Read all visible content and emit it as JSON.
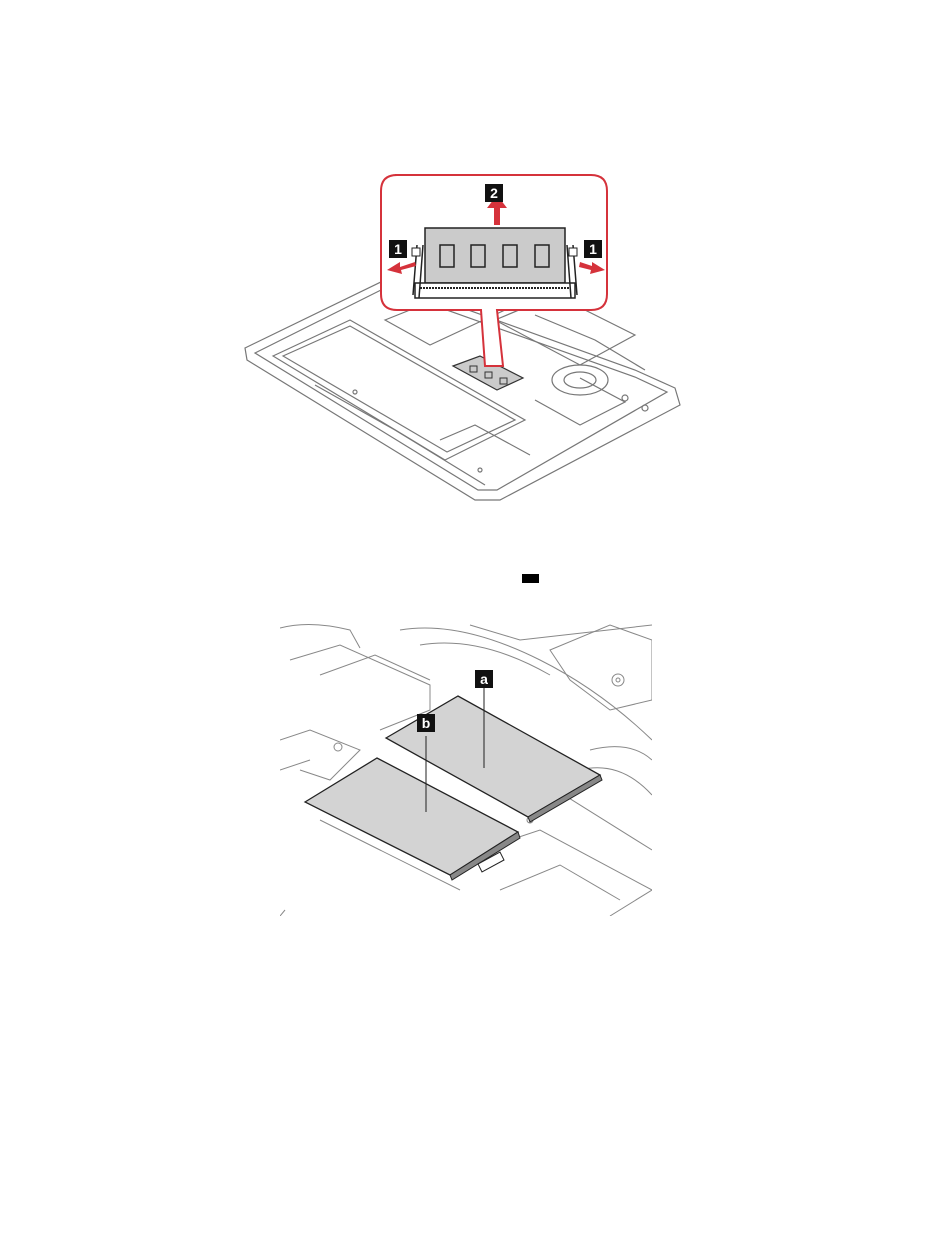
{
  "figure_top": {
    "callouts": {
      "release_latch": "1",
      "lift_module": "2"
    },
    "colors": {
      "callout_frame": "#d5323b",
      "arrow": "#d5323b",
      "module_fill": "#cbcbcb",
      "callout_badge": "#111111"
    }
  },
  "figure_bottom": {
    "callouts": {
      "upper_module": "a",
      "lower_module": "b"
    },
    "colors": {
      "module_fill": "#d3d3d3",
      "callout_badge": "#111111"
    }
  },
  "inline_marker": {
    "icon": "black-rectangle-marker"
  }
}
